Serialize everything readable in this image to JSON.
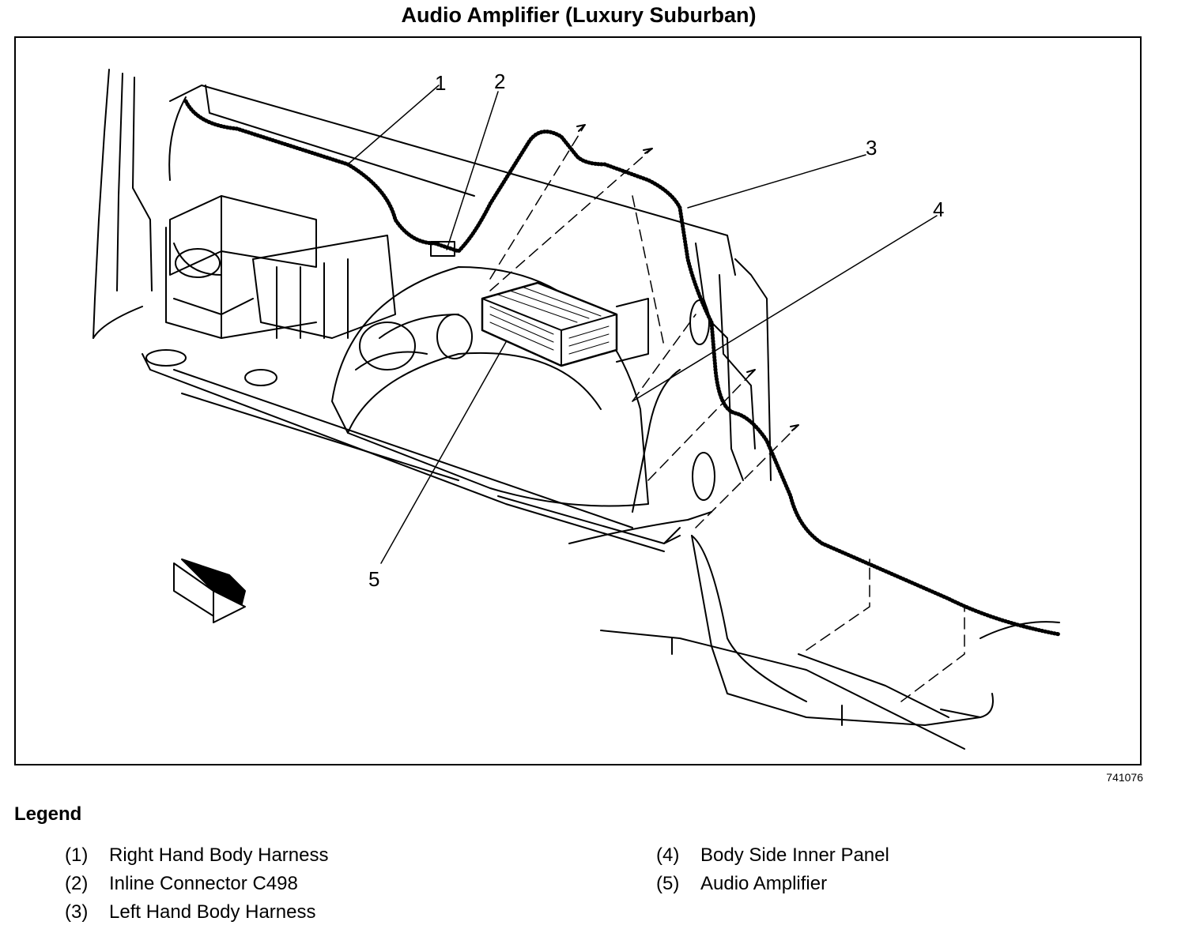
{
  "title": "Audio Amplifier (Luxury Suburban)",
  "figure_id": "741076",
  "callouts": [
    "1",
    "2",
    "3",
    "4",
    "5"
  ],
  "legend": {
    "heading": "Legend",
    "items": [
      {
        "num": "(1)",
        "label": "Right Hand Body Harness"
      },
      {
        "num": "(2)",
        "label": "Inline Connector C498"
      },
      {
        "num": "(3)",
        "label": "Left Hand Body Harness"
      },
      {
        "num": "(4)",
        "label": "Body Side Inner Panel"
      },
      {
        "num": "(5)",
        "label": "Audio Amplifier"
      }
    ]
  }
}
